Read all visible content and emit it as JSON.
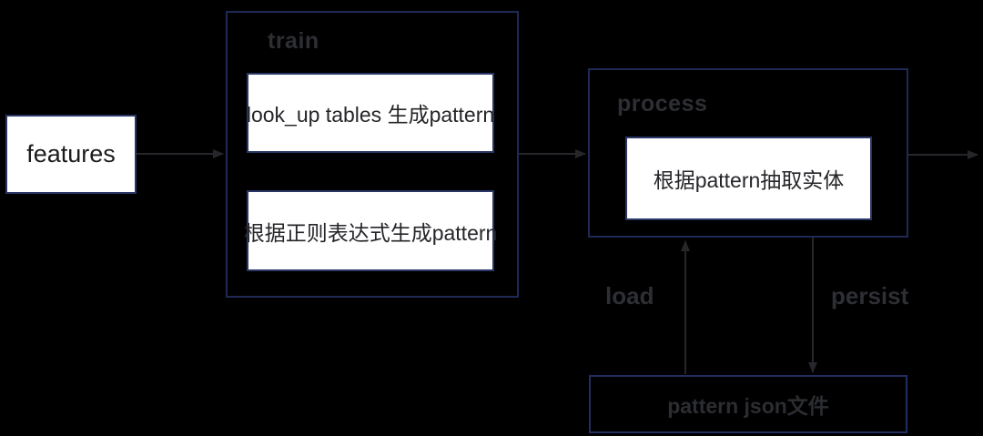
{
  "colors": {
    "background": "#000000",
    "group_border": "#1e2a55",
    "node_border": "#2a3766",
    "node_fill": "#ffffff",
    "node_text": "#26262a",
    "muted_label_text": "#2e2f34",
    "arrow": "#26262b"
  },
  "nodes": {
    "features": {
      "label": "features"
    },
    "train": {
      "title": "train",
      "steps": [
        {
          "label": "look_up tables 生成pattern"
        },
        {
          "label": "根据正则表达式生成pattern"
        }
      ]
    },
    "process": {
      "title": "process",
      "steps": [
        {
          "label": "根据pattern抽取实体"
        }
      ]
    },
    "pattern_file": {
      "label": "pattern json文件"
    }
  },
  "edges": {
    "load": {
      "label": "load"
    },
    "persist": {
      "label": "persist"
    }
  }
}
